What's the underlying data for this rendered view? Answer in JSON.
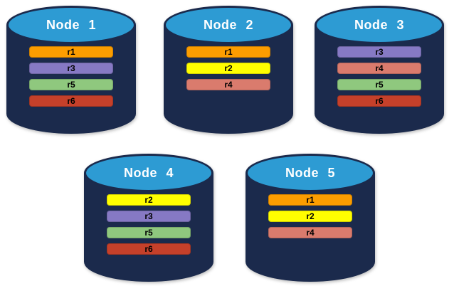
{
  "diagram": {
    "description": "Five database node cylinders showing replica placement",
    "background": "#FFFFFF"
  },
  "colors": {
    "cylinder_body": "#1B2A4C",
    "cylinder_top_fill": "#2D9BD3",
    "cylinder_outline": "#1B2A4C",
    "title_text": "#FFFFFF",
    "bar_text": "#000000"
  },
  "replica_colors": {
    "r1": "#FC9D00",
    "r2": "#FFFE00",
    "r3": "#8679C4",
    "r4": "#DA7B6D",
    "r5": "#8FC87E",
    "r6": "#C5402A"
  },
  "nodes": [
    {
      "label": "Node 1",
      "replicas": [
        "r1",
        "r3",
        "r5",
        "r6"
      ]
    },
    {
      "label": "Node 2",
      "replicas": [
        "r1",
        "r2",
        "r4"
      ]
    },
    {
      "label": "Node 3",
      "replicas": [
        "r3",
        "r4",
        "r5",
        "r6"
      ]
    },
    {
      "label": "Node 4",
      "replicas": [
        "r2",
        "r3",
        "r5",
        "r6"
      ]
    },
    {
      "label": "Node 5",
      "replicas": [
        "r1",
        "r2",
        "r4"
      ]
    }
  ]
}
